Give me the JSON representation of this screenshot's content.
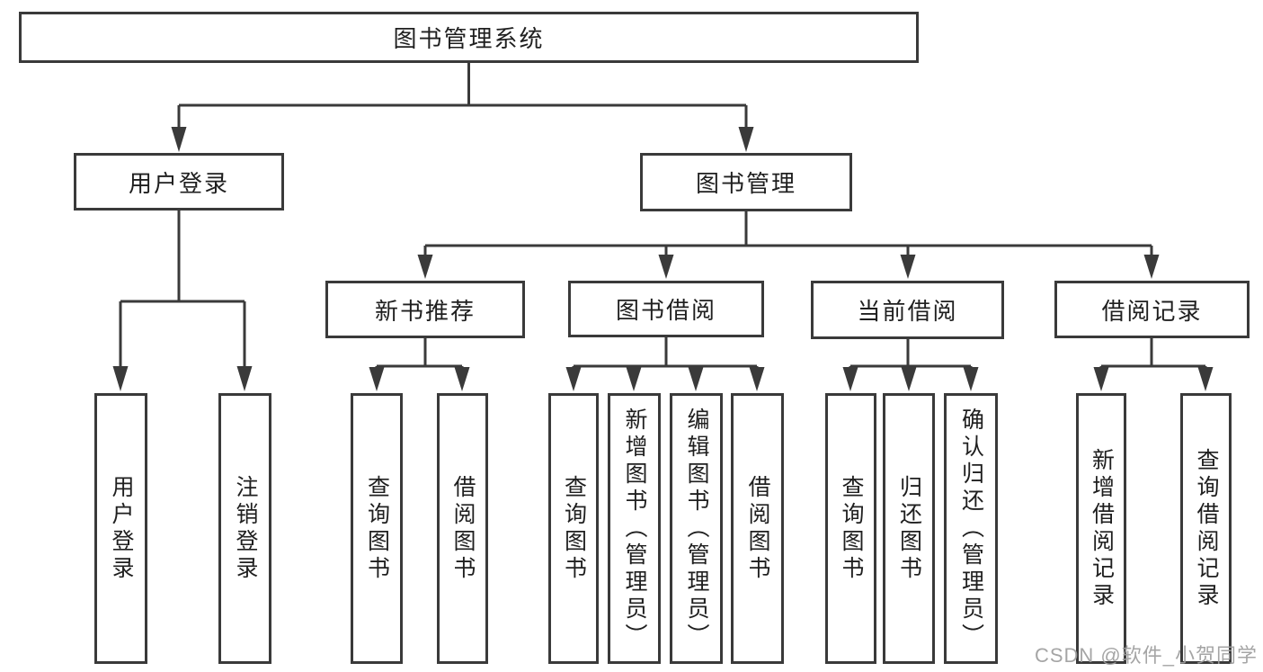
{
  "diagram": {
    "nodes": {
      "root": {
        "label": "图书管理系统"
      },
      "user_login_branch": {
        "label": "用户登录"
      },
      "book_mgmt_branch": {
        "label": "图书管理"
      },
      "new_book_rec": {
        "label": "新书推荐"
      },
      "book_borrow": {
        "label": "图书借阅"
      },
      "current_borrow": {
        "label": "当前借阅"
      },
      "borrow_record": {
        "label": "借阅记录"
      },
      "user_login_leaf": {
        "label": "用户登录"
      },
      "logout_leaf": {
        "label": "注销登录"
      },
      "rec_query_book": {
        "label": "查询图书"
      },
      "rec_borrow_book": {
        "label": "借阅图书"
      },
      "bor_query_book": {
        "label": "查询图书"
      },
      "bor_add_book": {
        "label": "新增图书（管理员）"
      },
      "bor_edit_book": {
        "label": "编辑图书（管理员）"
      },
      "bor_borrow_book": {
        "label": "借阅图书"
      },
      "cur_query_book": {
        "label": "查询图书"
      },
      "cur_return_book": {
        "label": "归还图书"
      },
      "cur_confirm_return": {
        "label": "确认归还（管理员）"
      },
      "rcd_add_record": {
        "label": "新增借阅记录"
      },
      "rcd_query_record": {
        "label": "查询借阅记录"
      }
    },
    "edges": [
      [
        "图书管理系统",
        "用户登录"
      ],
      [
        "图书管理系统",
        "图书管理"
      ],
      [
        "用户登录",
        "用户登录"
      ],
      [
        "用户登录",
        "注销登录"
      ],
      [
        "图书管理",
        "新书推荐"
      ],
      [
        "图书管理",
        "图书借阅"
      ],
      [
        "图书管理",
        "当前借阅"
      ],
      [
        "图书管理",
        "借阅记录"
      ],
      [
        "新书推荐",
        "查询图书"
      ],
      [
        "新书推荐",
        "借阅图书"
      ],
      [
        "图书借阅",
        "查询图书"
      ],
      [
        "图书借阅",
        "新增图书（管理员）"
      ],
      [
        "图书借阅",
        "编辑图书（管理员）"
      ],
      [
        "图书借阅",
        "借阅图书"
      ],
      [
        "当前借阅",
        "查询图书"
      ],
      [
        "当前借阅",
        "归还图书"
      ],
      [
        "当前借阅",
        "确认归还（管理员）"
      ],
      [
        "借阅记录",
        "新增借阅记录"
      ],
      [
        "借阅记录",
        "查询借阅记录"
      ]
    ]
  },
  "watermark": {
    "text": "CSDN @软件_小贺同学"
  },
  "colors": {
    "line": "#3a3a3a",
    "text": "#1f1f1f",
    "watermark": "#9e9e9e",
    "background": "#ffffff"
  }
}
